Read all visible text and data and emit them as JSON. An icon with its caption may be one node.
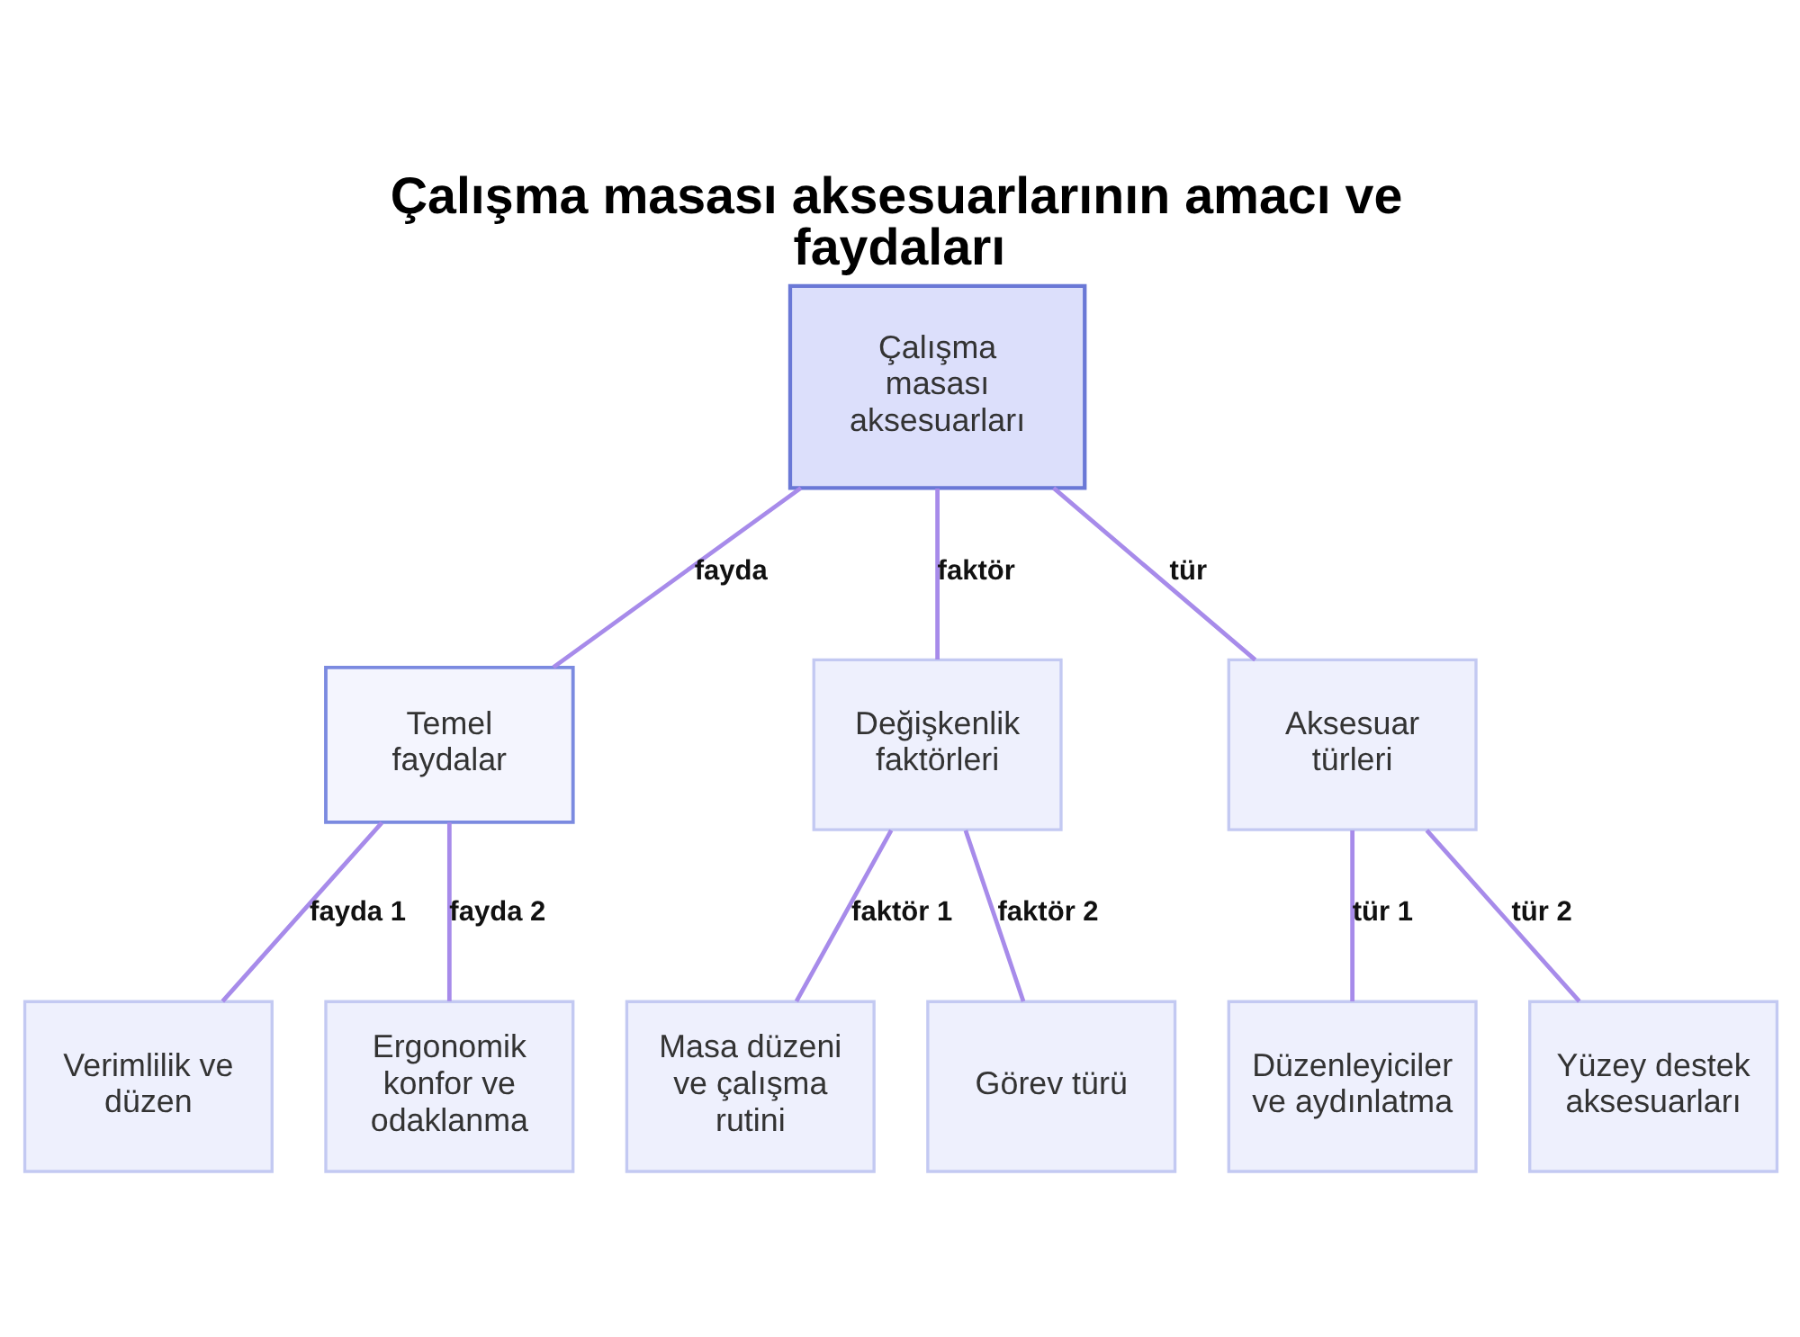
{
  "diagram": {
    "title": "Çalışma masası aksesuarlarının amacı ve faydaları",
    "nodes": [
      {
        "text": [
          "Çalışma masası aksesuarları"
        ]
      },
      {
        "text": [
          "Temel faydalar"
        ]
      },
      {
        "text": [
          "Değişkenlik faktörleri"
        ]
      },
      {
        "text": [
          "Aksesuar türleri"
        ]
      },
      {
        "text": [
          "Verimlilik ve düzen"
        ]
      },
      {
        "text": [
          "Ergonomik konfor ve odaklanma"
        ]
      },
      {
        "text": [
          "Masa düzeni ve çalışma rutini"
        ]
      },
      {
        "text": [
          "Görev türü"
        ]
      },
      {
        "text": [
          "Düzenleyiciler ve aydınlatma"
        ]
      },
      {
        "text": [
          "Yüzey destek aksesuarları"
        ]
      }
    ],
    "edges": [
      {
        "from": 0,
        "to": 1,
        "arrow": "none",
        "label": "fayda"
      },
      {
        "from": 0,
        "to": 2,
        "arrow": "none",
        "label": "faktör"
      },
      {
        "from": 0,
        "to": 3,
        "arrow": "none",
        "label": "tür"
      },
      {
        "from": 1,
        "to": 4,
        "arrow": "none",
        "label": "fayda 1"
      },
      {
        "from": 1,
        "to": 5,
        "arrow": "none",
        "label": "fayda 2"
      },
      {
        "from": 2,
        "to": 6,
        "arrow": "none",
        "label": "faktör 1"
      },
      {
        "from": 2,
        "to": 7,
        "arrow": "none",
        "label": "faktör 2"
      },
      {
        "from": 3,
        "to": 8,
        "arrow": "none",
        "label": "tür 1"
      },
      {
        "from": 3,
        "to": 9,
        "arrow": "none",
        "label": "tür 2"
      }
    ]
  }
}
